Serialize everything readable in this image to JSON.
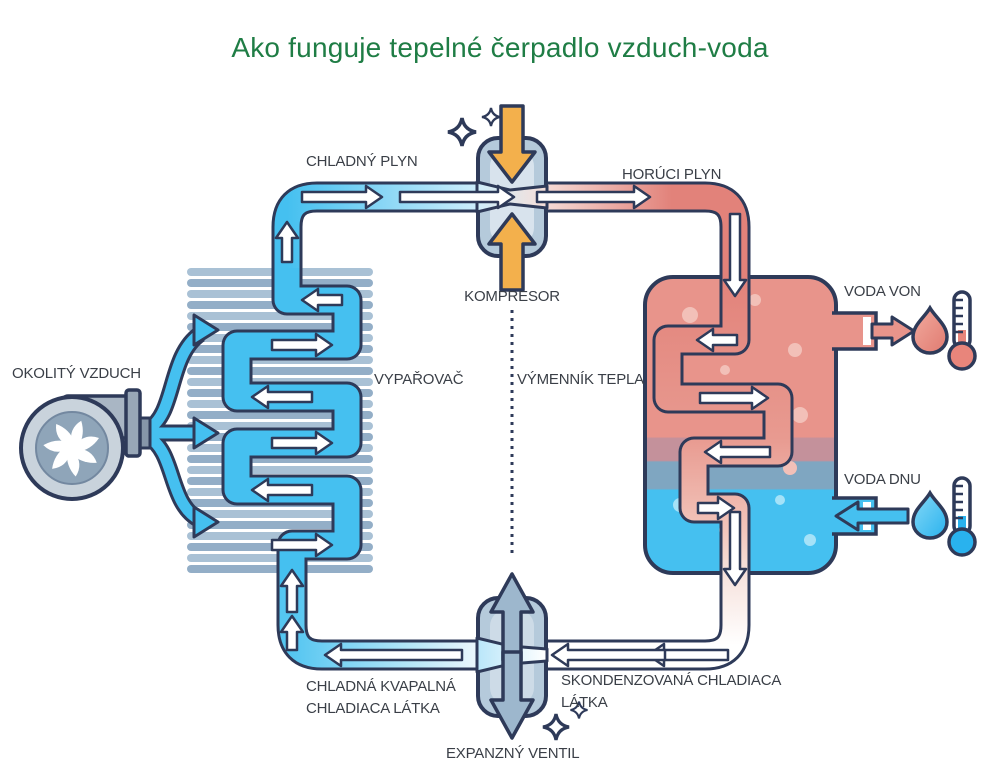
{
  "title": "Ako funguje tepelné čerpadlo vzduch-voda",
  "labels": {
    "ambient_air": "OKOLITÝ VZDUCH",
    "cold_gas": "CHLADNÝ PLYN",
    "compressor": "KOMPRESOR",
    "hot_gas": "HORÚCI PLYN",
    "evaporator": "VYPAŘOVAČ",
    "heat_exchanger": "VÝMENNÍK TEPLA",
    "water_out": "VODA VON",
    "water_in": "VODA DNU",
    "cold_liquid_line1": "CHLADNÁ KVAPALNÁ",
    "cold_liquid_line2": "CHLADIACA LÁTKA",
    "condensed_line1": "SKONDENZOVANÁ CHLADIACA",
    "condensed_line2": "LÁTKA",
    "expansion_valve": "EXPANZNÝ VENTIL"
  },
  "colors": {
    "title_green": "#1f7d45",
    "outline_navy": "#2e3a59",
    "cold_blue": "#45c0f0",
    "hot_red": "#e2827a",
    "tank_red": "#e8948b",
    "body_bluegray": "#b5cadb",
    "orange_arrow": "#f3b04c",
    "valve_arrow": "#9db7cd",
    "label_text": "#3a3f47"
  },
  "icons": {
    "fan_blower": "radial-fan-with-white-pinwheel",
    "sparkle": "four-point-star-outline",
    "droplet_hot": "red-water-drop",
    "droplet_cold": "blue-water-drop",
    "thermometer_hot": "thermometer-red-bulb",
    "thermometer_cold": "thermometer-blue-bulb"
  }
}
